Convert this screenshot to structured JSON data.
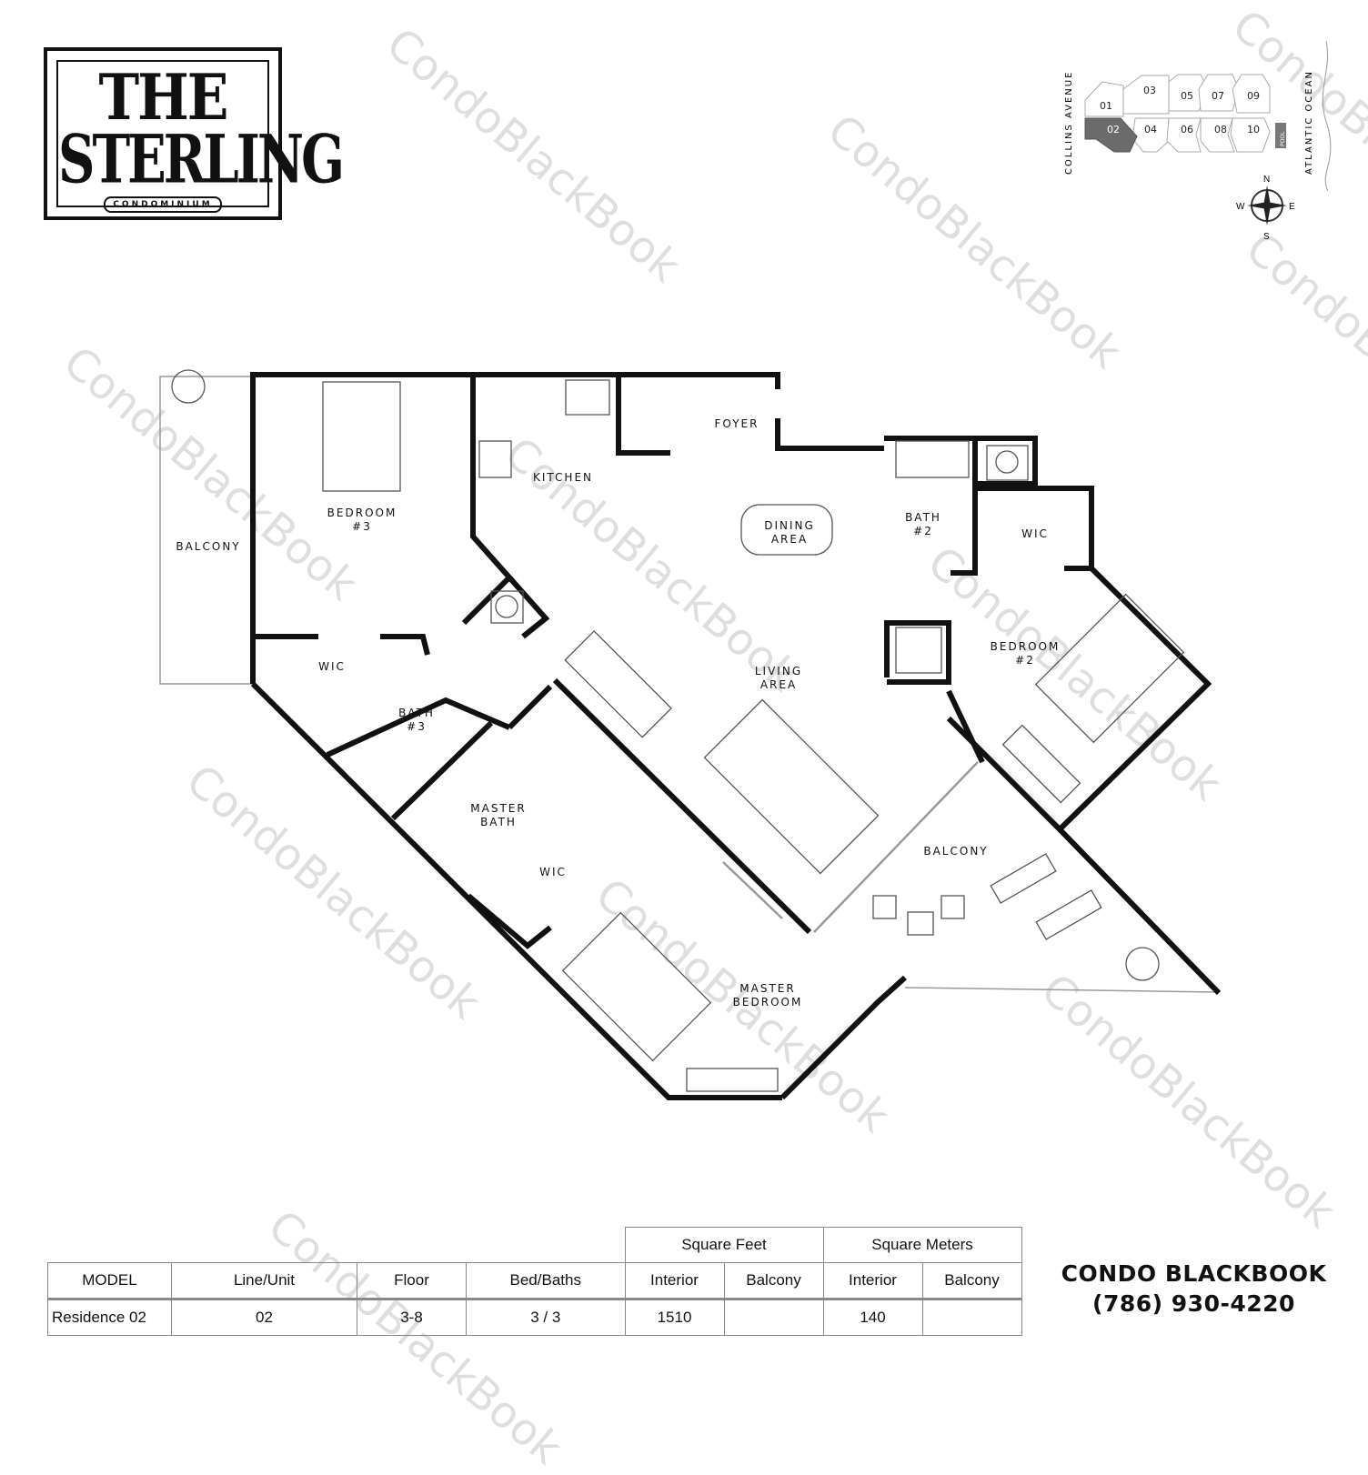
{
  "logo": {
    "line1": "THE",
    "line2": "STERLING",
    "line3": "CONDOMINIUM"
  },
  "keyplan": {
    "street": "COLLINS AVENUE",
    "ocean": "ATLANTIC OCEAN",
    "pool": "POOL",
    "units": [
      "01",
      "02",
      "03",
      "04",
      "05",
      "06",
      "07",
      "08",
      "09",
      "10"
    ],
    "highlighted": "02",
    "highlight_color": "#6b6b6b",
    "compass": {
      "n": "N",
      "s": "S",
      "e": "E",
      "w": "W"
    }
  },
  "rooms": {
    "balcony_left": "BALCONY",
    "bedroom3": "BEDROOM\n#3",
    "kitchen": "KITCHEN",
    "foyer": "FOYER",
    "dining": "DINING\nAREA",
    "bath2": "BATH\n#2",
    "wic_right": "WIC",
    "bedroom2": "BEDROOM\n#2",
    "wic_left": "WIC",
    "bath3": "BATH\n#3",
    "living": "LIVING\nAREA",
    "master_bath": "MASTER\nBATH",
    "wic_master": "WIC",
    "balcony_right": "BALCONY",
    "master_bedroom": "MASTER\nBEDROOM"
  },
  "table": {
    "group_headers": [
      "Square Feet",
      "Square Meters"
    ],
    "headers": [
      "MODEL",
      "Line/Unit",
      "Floor",
      "Bed/Baths",
      "Interior",
      "Balcony",
      "Interior",
      "Balcony"
    ],
    "row": [
      "Residence 02",
      "02",
      "3-8",
      "3 / 3",
      "1510",
      "",
      "140",
      ""
    ]
  },
  "brand": {
    "name_light": "CONDO",
    "name_bold": "BLACKBOOK",
    "phone": "(786) 930-4220"
  },
  "watermark": "CondoBlackBook"
}
